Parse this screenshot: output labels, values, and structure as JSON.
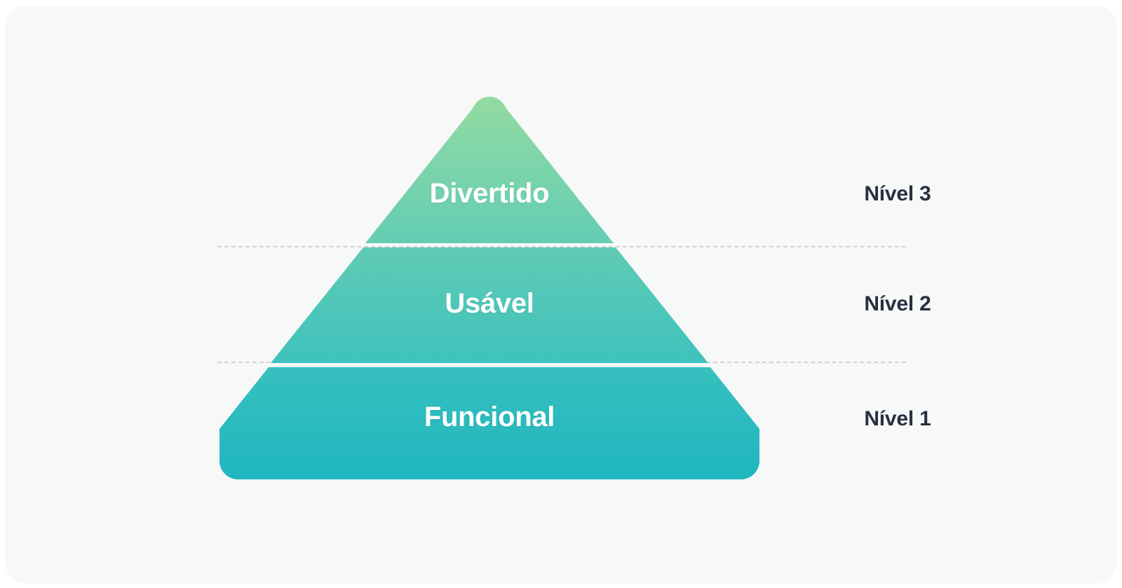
{
  "diagram": {
    "type": "pyramid",
    "title": "",
    "background_color": "#f7f8f8",
    "card_radius": "30px",
    "levels": [
      {
        "id": "level-3",
        "rank": 3,
        "label": "Divertido",
        "caption": "Nível 3",
        "position": "top",
        "fill_start": "#8fd89f",
        "fill_end": "#63cdb3"
      },
      {
        "id": "level-2",
        "rank": 2,
        "label": "Usável",
        "caption": "Nível 2",
        "position": "middle",
        "fill_start": "#5fcbb6",
        "fill_end": "#40c3bc"
      },
      {
        "id": "level-1",
        "rank": 1,
        "label": "Funcional",
        "caption": "Nível 1",
        "position": "base",
        "fill_start": "#35bfbe",
        "fill_end": "#21b7bf"
      }
    ],
    "divider_style": "dashed",
    "divider_color": "#cfd3d6",
    "label_color": "#ffffff",
    "caption_color": "#2b3040"
  }
}
